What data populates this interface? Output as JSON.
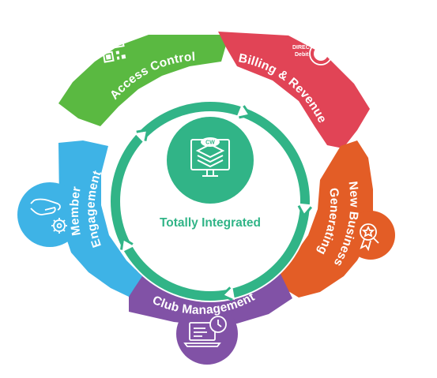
{
  "center": {
    "label": "Totally Integrated",
    "icon": "cw-stack-monitor-icon",
    "logo_text": "CW",
    "color": "#31b487"
  },
  "ring_color": "#31b487",
  "segments": [
    {
      "id": "access-control",
      "label": "Access Control",
      "color": "#5ab941",
      "icon": "qr-code-icon"
    },
    {
      "id": "billing-revenue",
      "label": "Billing & Revenue",
      "color": "#e14456",
      "icon": "direct-debit-icon",
      "badge_line1": "DIRECT",
      "badge_line2": "Debit"
    },
    {
      "id": "generating-new-business",
      "label_line1": "Generating",
      "label_line2": "New Business",
      "color": "#e35d26",
      "icon": "award-badge-icon"
    },
    {
      "id": "club-management",
      "label": "Club Management",
      "color": "#8152a6",
      "icon": "laptop-clock-icon"
    },
    {
      "id": "member-engagement",
      "label_line1": "Member",
      "label_line2": "Engagement",
      "color": "#3eb3e6",
      "icon": "hand-gear-icon"
    }
  ]
}
